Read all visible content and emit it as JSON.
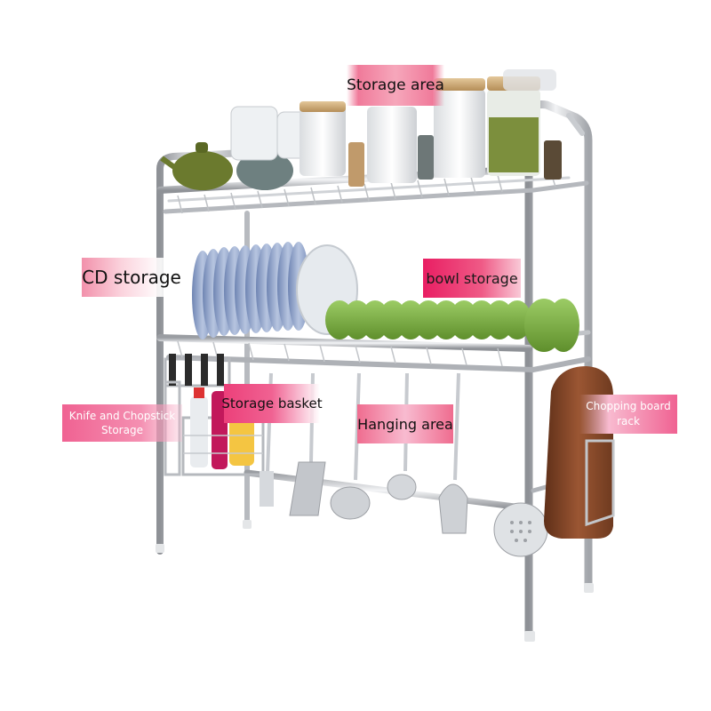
{
  "labels": {
    "storage_area": "Storage area",
    "cd_storage": "CD storage",
    "bowl_storage": "bowl storage",
    "knife_chopstick": "Knife and Chopstick Storage",
    "storage_basket": "Storage basket",
    "hanging_area": "Hanging area",
    "chopping_board": "Chopping board rack"
  },
  "colors": {
    "label_pink": "#f06292",
    "label_magenta": "#e91e63",
    "steel": "#c9ccd0",
    "plate_blue": "#8fa3c8",
    "bowl_green": "#8bc34a",
    "board_wood": "#8b4a2b"
  }
}
